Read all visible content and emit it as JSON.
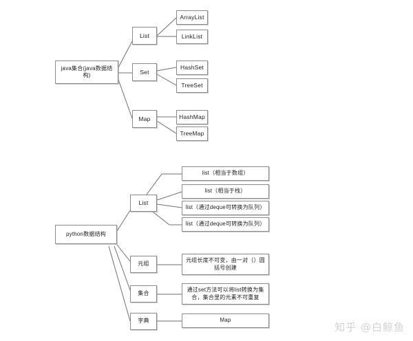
{
  "page": {
    "background": "#ffffff",
    "box_border_color": "#8a8a8a",
    "edge_color": "#6e6e6e",
    "text_color": "#1c1c1c"
  },
  "watermark": {
    "text": "知乎 @白鲸鱼"
  },
  "diagrams": [
    {
      "id": "java-collections",
      "root": {
        "label": "java集合(java数据结构)"
      },
      "branches": [
        {
          "label": "List",
          "children": [
            {
              "label": "ArrayList"
            },
            {
              "label": "LinkList"
            }
          ]
        },
        {
          "label": "Set",
          "children": [
            {
              "label": "HashSet"
            },
            {
              "label": "TreeSet"
            }
          ]
        },
        {
          "label": "Map",
          "children": [
            {
              "label": "HashMap"
            },
            {
              "label": "TreeMap"
            }
          ]
        }
      ]
    },
    {
      "id": "python-data-structures",
      "root": {
        "label": "python数据结构"
      },
      "branches": [
        {
          "label": "List",
          "children": [
            {
              "label": "list（相当于数组）"
            },
            {
              "label": "list（相当于栈）"
            },
            {
              "label": "list（通过deque可转换为队列）"
            },
            {
              "label": "list（通过deque可转换为队列）"
            }
          ]
        },
        {
          "label": "元组",
          "children": [
            {
              "label": "元组长度不可变，由一对（）圆括号创建"
            }
          ]
        },
        {
          "label": "集合",
          "children": [
            {
              "label": "通过set方法可以将list转换为集合，集合里的元素不可重复"
            }
          ]
        },
        {
          "label": "字典",
          "children": [
            {
              "label": "Map"
            }
          ]
        }
      ]
    }
  ]
}
